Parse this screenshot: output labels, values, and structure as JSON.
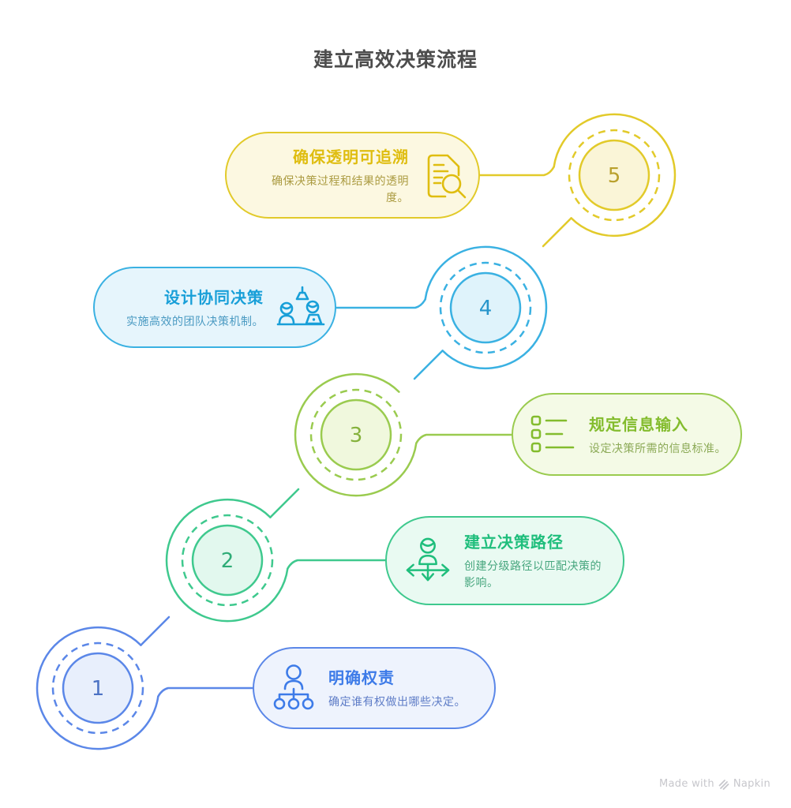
{
  "title": "建立高效决策流程",
  "steps": [
    {
      "number": "1",
      "title": "明确权责",
      "desc": "确定谁有权做出哪些决定。",
      "icon": "org-chart-icon",
      "colors": {
        "stroke": "#5b87e8",
        "fill": "#eef3fd",
        "title": "#3d7be8",
        "desc": "#5f7dc7"
      }
    },
    {
      "number": "2",
      "title": "建立决策路径",
      "desc": "创建分级路径以匹配决策的影响。",
      "icon": "direction-person-icon",
      "colors": {
        "stroke": "#3fc98e",
        "fill": "#e9faf2",
        "title": "#1fbe7c",
        "desc": "#47a67e"
      }
    },
    {
      "number": "3",
      "title": "规定信息输入",
      "desc": "设定决策所需的信息标准。",
      "icon": "checklist-icon",
      "colors": {
        "stroke": "#9acb4f",
        "fill": "#f4fae6",
        "title": "#83bc2d",
        "desc": "#8caa57"
      }
    },
    {
      "number": "4",
      "title": "设计协同决策",
      "desc": "实施高效的团队决策机制。",
      "icon": "team-collaboration-icon",
      "colors": {
        "stroke": "#3ab1e2",
        "fill": "#e6f5fc",
        "title": "#189fd8",
        "desc": "#4a9ac2"
      }
    },
    {
      "number": "5",
      "title": "确保透明可追溯",
      "desc": "确保决策过程和结果的透明度。",
      "icon": "document-search-icon",
      "colors": {
        "stroke": "#e2ca2a",
        "fill": "#fcf8e1",
        "title": "#dfbd10",
        "desc": "#ab9b41"
      }
    }
  ],
  "footer": {
    "made_with": "Made with",
    "brand": "Napkin"
  }
}
